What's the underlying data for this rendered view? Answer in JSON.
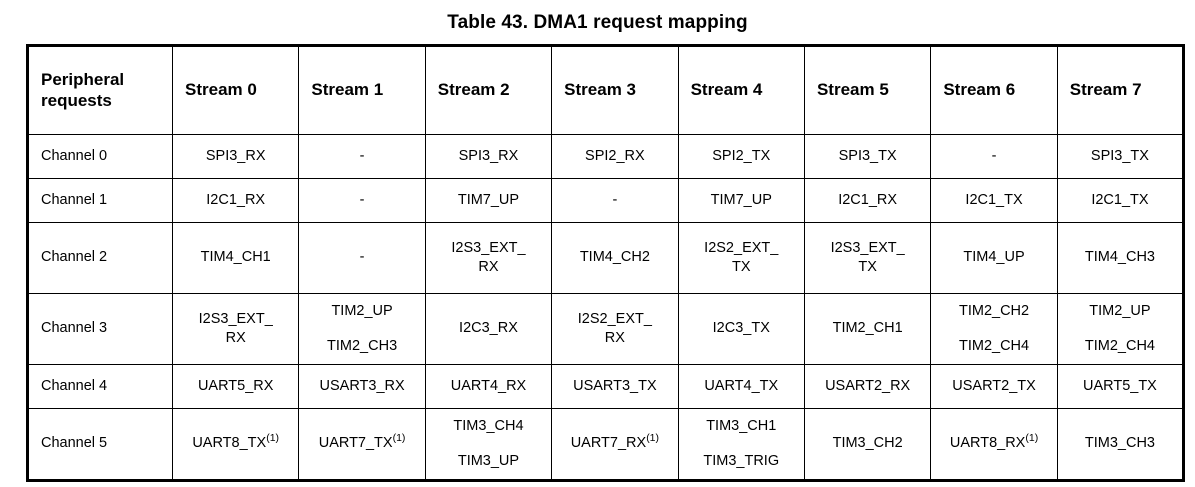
{
  "title": "Table 43. DMA1 request mapping",
  "table": {
    "headers": [
      "Peripheral requests",
      "Stream 0",
      "Stream 1",
      "Stream 2",
      "Stream 3",
      "Stream 4",
      "Stream 5",
      "Stream 6",
      "Stream 7"
    ],
    "header_first_line1": "Peripheral",
    "header_first_line2": "requests",
    "rows": [
      {
        "label": "Channel 0",
        "height": "short",
        "cells": [
          {
            "lines": [
              "SPI3_RX"
            ]
          },
          {
            "lines": [
              "-"
            ]
          },
          {
            "lines": [
              "SPI3_RX"
            ]
          },
          {
            "lines": [
              "SPI2_RX"
            ]
          },
          {
            "lines": [
              "SPI2_TX"
            ]
          },
          {
            "lines": [
              "SPI3_TX"
            ]
          },
          {
            "lines": [
              "-"
            ]
          },
          {
            "lines": [
              "SPI3_TX"
            ]
          }
        ]
      },
      {
        "label": "Channel 1",
        "height": "short",
        "cells": [
          {
            "lines": [
              "I2C1_RX"
            ]
          },
          {
            "lines": [
              "-"
            ]
          },
          {
            "lines": [
              "TIM7_UP"
            ]
          },
          {
            "lines": [
              "-"
            ]
          },
          {
            "lines": [
              "TIM7_UP"
            ]
          },
          {
            "lines": [
              "I2C1_RX"
            ]
          },
          {
            "lines": [
              "I2C1_TX"
            ]
          },
          {
            "lines": [
              "I2C1_TX"
            ]
          }
        ]
      },
      {
        "label": "Channel 2",
        "height": "tall",
        "cells": [
          {
            "lines": [
              "TIM4_CH1"
            ]
          },
          {
            "lines": [
              "-"
            ]
          },
          {
            "wrap": true,
            "lines": [
              "I2S3_EXT_",
              "RX"
            ]
          },
          {
            "lines": [
              "TIM4_CH2"
            ]
          },
          {
            "wrap": true,
            "lines": [
              "I2S2_EXT_",
              "TX"
            ]
          },
          {
            "wrap": true,
            "lines": [
              "I2S3_EXT_",
              "TX"
            ]
          },
          {
            "lines": [
              "TIM4_UP"
            ]
          },
          {
            "lines": [
              "TIM4_CH3"
            ]
          }
        ]
      },
      {
        "label": "Channel 3",
        "height": "tall",
        "cells": [
          {
            "wrap": true,
            "lines": [
              "I2S3_EXT_",
              "RX"
            ]
          },
          {
            "lines": [
              "TIM2_UP",
              "TIM2_CH3"
            ]
          },
          {
            "lines": [
              "I2C3_RX"
            ]
          },
          {
            "wrap": true,
            "lines": [
              "I2S2_EXT_",
              "RX"
            ]
          },
          {
            "lines": [
              "I2C3_TX"
            ]
          },
          {
            "lines": [
              "TIM2_CH1"
            ]
          },
          {
            "lines": [
              "TIM2_CH2",
              "TIM2_CH4"
            ]
          },
          {
            "lines": [
              "TIM2_UP",
              "TIM2_CH4"
            ]
          }
        ]
      },
      {
        "label": "Channel 4",
        "height": "short",
        "cells": [
          {
            "lines": [
              "UART5_RX"
            ]
          },
          {
            "lines": [
              "USART3_RX"
            ]
          },
          {
            "lines": [
              "UART4_RX"
            ]
          },
          {
            "lines": [
              "USART3_TX"
            ]
          },
          {
            "lines": [
              "UART4_TX"
            ]
          },
          {
            "lines": [
              "USART2_RX"
            ]
          },
          {
            "lines": [
              "USART2_TX"
            ]
          },
          {
            "lines": [
              "UART5_TX"
            ]
          }
        ]
      },
      {
        "label": "Channel 5",
        "height": "tall",
        "cells": [
          {
            "lines": [
              "UART8_TX"
            ],
            "sup": "(1)"
          },
          {
            "lines": [
              "UART7_TX"
            ],
            "sup": "(1)"
          },
          {
            "lines": [
              "TIM3_CH4",
              "TIM3_UP"
            ]
          },
          {
            "lines": [
              "UART7_RX"
            ],
            "sup": "(1)"
          },
          {
            "lines": [
              "TIM3_CH1",
              "TIM3_TRIG"
            ]
          },
          {
            "lines": [
              "TIM3_CH2"
            ]
          },
          {
            "lines": [
              "UART8_RX"
            ],
            "sup": "(1)"
          },
          {
            "lines": [
              "TIM3_CH3"
            ]
          }
        ]
      }
    ]
  }
}
